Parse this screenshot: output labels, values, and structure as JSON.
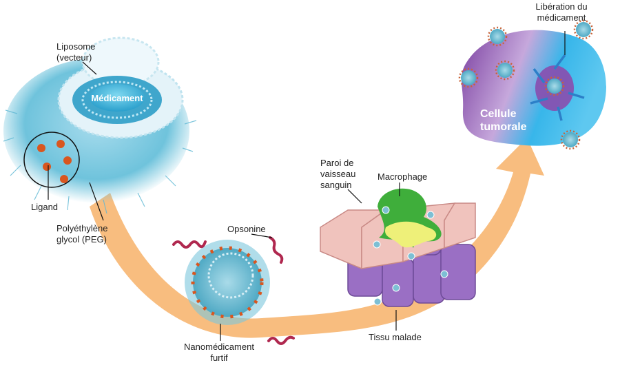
{
  "labels": {
    "liposome": [
      "Liposome",
      "(vecteur)"
    ],
    "medicament": "Médicament",
    "ligand": "Ligand",
    "peg": [
      "Polyéthylène",
      "glycol (PEG)"
    ],
    "opsonine": "Opsonine",
    "nanomedicament": [
      "Nanomédicament",
      "furtif"
    ],
    "paroi": [
      "Paroi de",
      "vaisseau",
      "sanguin"
    ],
    "macrophage": "Macrophage",
    "tissu": "Tissu malade",
    "liberation": [
      "Libération du",
      "médicament"
    ],
    "cellule": [
      "Cellule",
      "tumorale"
    ]
  },
  "colors": {
    "arrow": "#f8b978",
    "peg": "#6fc3dc",
    "ligand": "#d9561f",
    "tumor_purple": "#7b3fa0",
    "tumor_blue": "#38b6ea",
    "wall": "#f0c3bd",
    "tissue": "#9a6fc4",
    "macrophage": "#3fae3b",
    "opsonin": "#b0284f"
  }
}
